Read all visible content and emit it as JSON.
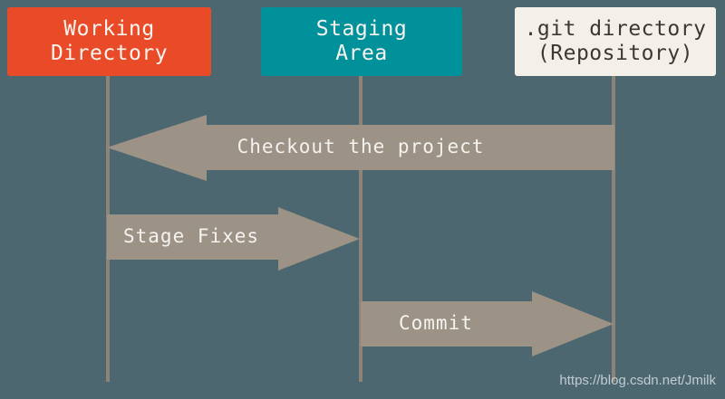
{
  "diagram": {
    "title_hint": "Git workflow lifecycle diagram",
    "colors": {
      "background": "#4d6770",
      "working_directory_box": "#e94a27",
      "staging_area_box": "#00919b",
      "git_directory_box": "#f2f0e9",
      "git_directory_text": "#3b3831",
      "box_text_light": "#f7f4ef",
      "arrow_fill": "#9c9285",
      "lifeline": "#8d8477",
      "arrow_text": "#f5f3ef"
    },
    "columns": [
      {
        "id": "working-directory",
        "line1": "Working",
        "line2": "Directory"
      },
      {
        "id": "staging-area",
        "line1": "Staging",
        "line2": "Area"
      },
      {
        "id": "git-directory",
        "line1": ".git directory",
        "line2": "(Repository)"
      }
    ],
    "arrows": [
      {
        "label": "Checkout the project",
        "direction": "left",
        "from": "git-directory",
        "to": "working-directory"
      },
      {
        "label": "Stage Fixes",
        "direction": "right",
        "from": "working-directory",
        "to": "staging-area"
      },
      {
        "label": "Commit",
        "direction": "right",
        "from": "staging-area",
        "to": "git-directory"
      }
    ],
    "watermark": "https://blog.csdn.net/Jmilk"
  }
}
